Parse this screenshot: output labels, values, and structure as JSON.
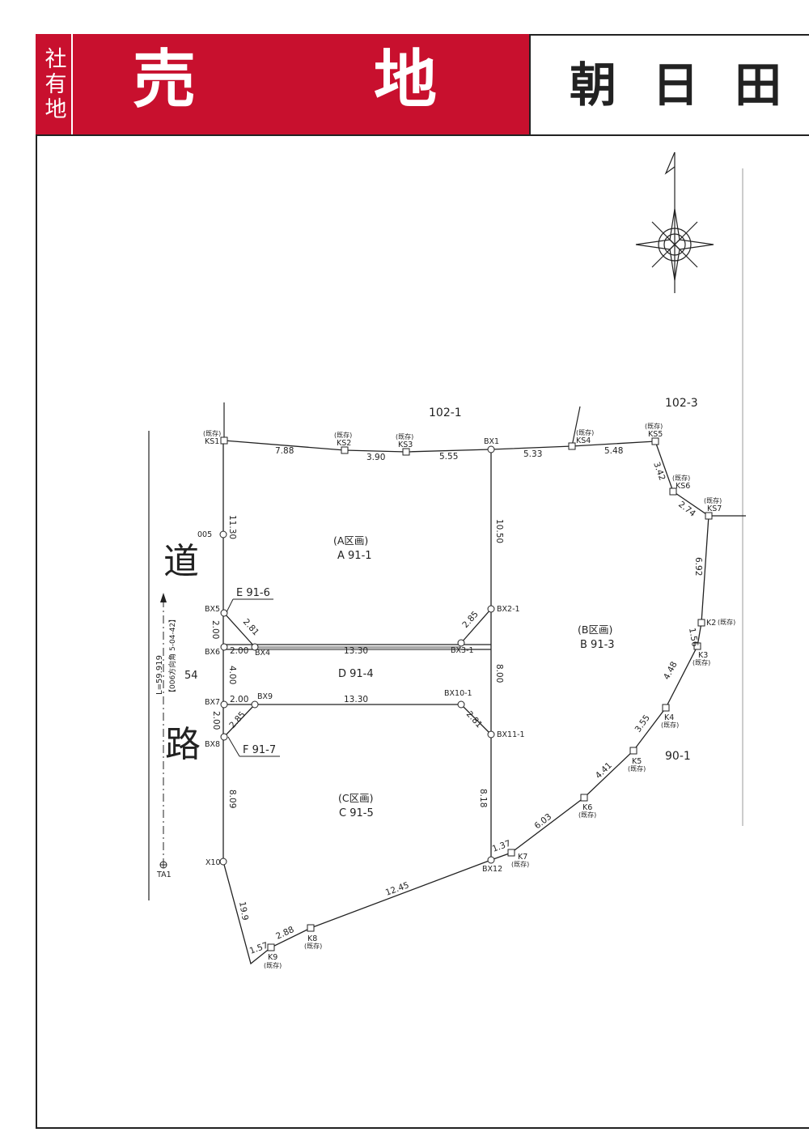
{
  "header": {
    "badge": "社有地",
    "title_chars": [
      "売",
      "地"
    ],
    "place": "朝日田"
  },
  "road": {
    "chars": [
      "道",
      "路"
    ],
    "number": "54",
    "length": "L=59.919",
    "reference": "【006方向角 5-04-42】"
  },
  "neighbors": {
    "north": "102-1",
    "northeast": "102-3",
    "east": "90-1"
  },
  "parcels": {
    "a_label": "(A区画)",
    "a_code": "A 91-1",
    "b_label": "(B区画)",
    "b_code": "B 91-3",
    "c_label": "(C区画)",
    "c_code": "C 91-5",
    "d_code": "D 91-4",
    "e_code": "E 91-6",
    "f_code": "F 91-7"
  },
  "existing_mark": "(既存)",
  "points": {
    "KS1": "KS1",
    "KS2": "KS2",
    "KS3": "KS3",
    "BX1": "BX1",
    "KS4": "KS4",
    "KS5": "KS5",
    "KS6": "KS6",
    "KS7": "KS7",
    "K2": "K2",
    "K3": "K3",
    "K4": "K4",
    "K5": "K5",
    "K6": "K6",
    "K7": "K7",
    "BX12": "BX12",
    "K8": "K8",
    "K9": "K9",
    "X10": "X10",
    "BX8": "BX8",
    "BX7": "BX7",
    "BX6": "BX6",
    "BX5": "BX5",
    "BX4": "BX4",
    "BX9": "BX9",
    "BX10_1": "BX10-1",
    "BX11_1": "BX11-1",
    "BX2_1": "BX2-1",
    "BX3_1": "BX3-1",
    "P005": "005",
    "TA1": "TA1"
  },
  "dims": {
    "d788": "7.88",
    "d390": "3.90",
    "d555": "5.55",
    "d533": "5.33",
    "d548": "5.48",
    "d342": "3.42",
    "d274": "2.74",
    "d692": "6.92",
    "d156": "1.56",
    "d448": "4.48",
    "d355": "3.55",
    "d441": "4.41",
    "d603": "6.03",
    "d137": "1.37",
    "d1245": "12.45",
    "d288": "2.88",
    "d157": "1.57",
    "d199": "19.9",
    "d809": "8.09",
    "d1130": "11.30",
    "d1050": "10.50",
    "d800": "8.00",
    "d818": "8.18",
    "d200a": "2.00",
    "d281a": "2.81",
    "d200b": "2.00",
    "d1330a": "13.30",
    "d285a": "2.85",
    "d400": "4.00",
    "d200c": "2.00",
    "d1330b": "13.30",
    "d200d": "2.00",
    "d285b": "2.85",
    "d281b": "2.81"
  }
}
